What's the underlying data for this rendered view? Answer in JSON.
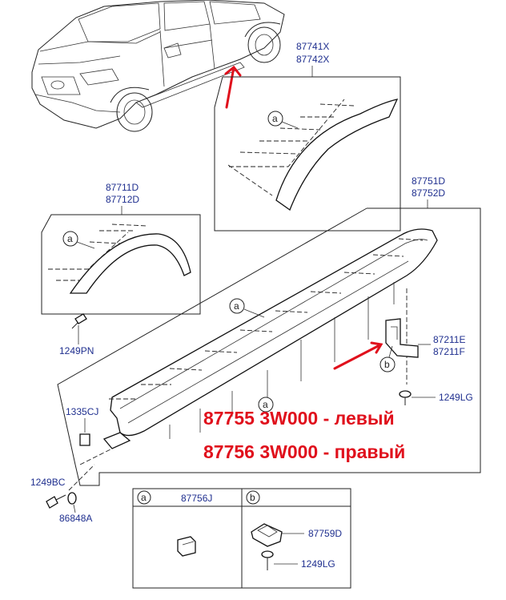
{
  "labels": {
    "fender_rear": [
      "87741X",
      "87742X"
    ],
    "fender_front": [
      "87711D",
      "87712D"
    ],
    "side_sill": [
      "87751D",
      "87752D"
    ],
    "bracket": [
      "87211E",
      "87211F"
    ],
    "screw_bracket": "1249LG",
    "screw_front": "1249PN",
    "clip_front": "1335CJ",
    "bolt_front": "1249BC",
    "washer_front": "86848A"
  },
  "callouts": {
    "a": "a",
    "b": "b"
  },
  "legend": {
    "a_part": "87756J",
    "b_part": "87759D",
    "b_screw": "1249LG"
  },
  "notes": {
    "left": "87755 3W000  - левый",
    "right": "87756 3W000  - правый"
  },
  "colors": {
    "part_number": "#1f2f8f",
    "annotation": "#e0101c",
    "line": "#222222"
  }
}
